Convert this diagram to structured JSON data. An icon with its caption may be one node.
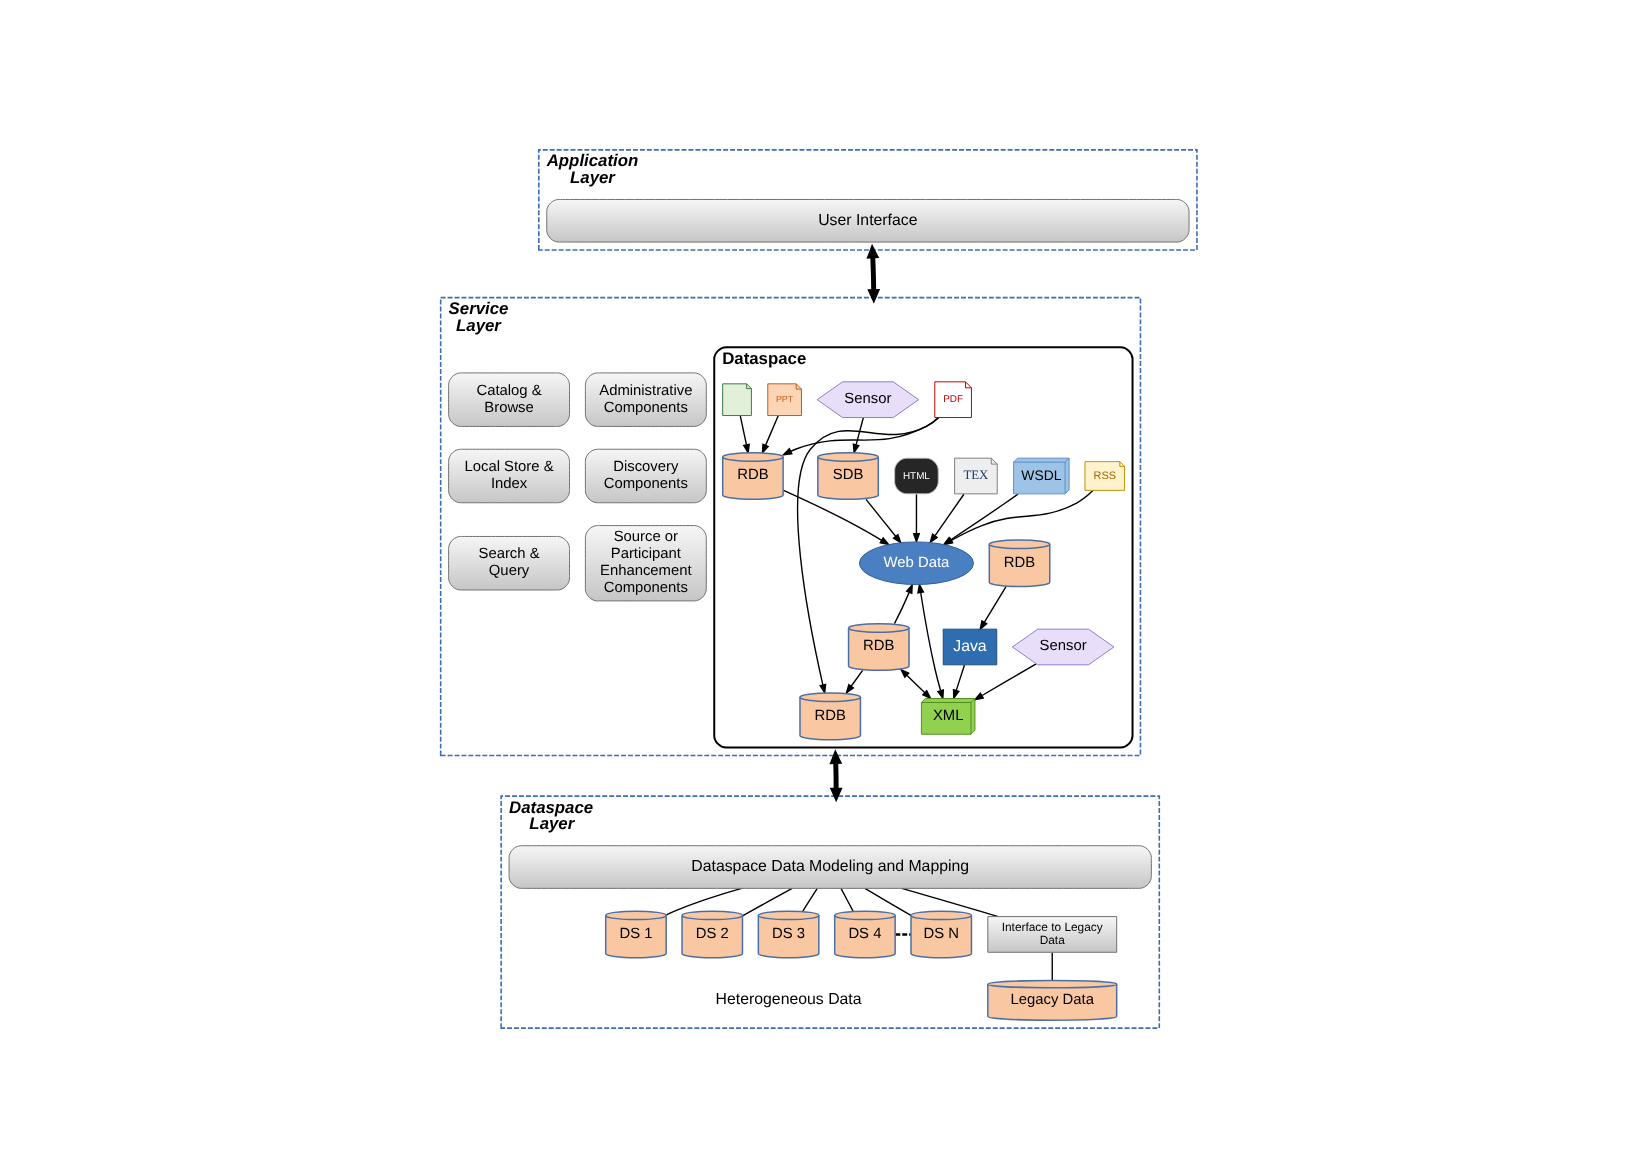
{
  "diagram": {
    "nodes": [
      {
        "text": [
          "Application Layer"
        ]
      },
      {
        "text": [
          "User Interface"
        ],
        "in": 0
      },
      {
        "text": [
          "Service Layer"
        ]
      },
      {
        "text": [
          "Catalog & Browse"
        ],
        "in": 2
      },
      {
        "text": [
          "Local Store & Index"
        ],
        "in": 2
      },
      {
        "text": [
          "Search & Query"
        ],
        "in": 2
      },
      {
        "text": [
          "Dataspace"
        ],
        "in": 2
      },
      {
        "text": [
          "HTML"
        ],
        "in": 6
      },
      {
        "text": [
          "SDB"
        ],
        "in": 6
      },
      {
        "text": [
          "Sensor"
        ],
        "in": 6
      },
      {
        "text": [],
        "shape": "picture",
        "in": 6
      },
      {
        "text": [
          "RDB"
        ],
        "in": 6
      },
      {
        "text": [
          "Web Data"
        ],
        "in": 6
      },
      {
        "text": [
          "PPT"
        ],
        "in": 6
      },
      {
        "text": [
          "TEX"
        ],
        "in": 6
      },
      {
        "text": [
          "PDF"
        ],
        "in": 6
      },
      {
        "text": [
          "WSDL"
        ],
        "in": 6
      },
      {
        "text": [
          "RSS"
        ],
        "in": 6
      },
      {
        "text": [
          "XML"
        ],
        "in": 6
      },
      {
        "text": [
          "RDB"
        ],
        "in": 6
      },
      {
        "text": [
          "RDB"
        ],
        "in": 6
      },
      {
        "text": [
          "RDB"
        ],
        "in": 6
      },
      {
        "text": [
          "Sensor"
        ],
        "in": 6
      },
      {
        "text": [
          "Java"
        ],
        "in": 6
      },
      {
        "text": [
          "Administrative Components"
        ],
        "in": 2
      },
      {
        "text": [
          "Discovery Components"
        ],
        "in": 2
      },
      {
        "text": [
          "Source or Participant Enhancement Components"
        ],
        "in": 2
      },
      {
        "text": [
          "Dataspace Layer"
        ]
      },
      {
        "text": [
          "Dataspace Data Modeling and Mapping"
        ],
        "in": 27
      },
      {
        "text": [
          "DS 1"
        ],
        "in": 27
      },
      {
        "text": [
          "DS 2"
        ],
        "in": 27
      },
      {
        "text": [
          "DS 3"
        ],
        "in": 27
      },
      {
        "text": [
          "DS 4"
        ],
        "in": 27
      },
      {
        "text": [
          "DS N"
        ],
        "in": 27
      },
      {
        "text": [
          "Interface to Legacy Data"
        ],
        "in": 27
      },
      {
        "text": [
          "Legacy Data"
        ],
        "in": 27
      }
    ],
    "edges": [
      {
        "from": 0,
        "to": 2,
        "arrow": "both",
        "style": "thick"
      },
      {
        "from": 2,
        "to": 27,
        "arrow": "both",
        "style": "thick"
      },
      {
        "from": 10,
        "to": 11,
        "arrow": "to"
      },
      {
        "from": 13,
        "to": 11,
        "arrow": "to"
      },
      {
        "from": 15,
        "to": 11,
        "arrow": "to"
      },
      {
        "from": 15,
        "to": 20,
        "arrow": "to"
      },
      {
        "from": 11,
        "to": 12,
        "arrow": "to"
      },
      {
        "from": 16,
        "to": 12,
        "arrow": "to"
      },
      {
        "from": 7,
        "to": 12,
        "arrow": "to"
      },
      {
        "from": 8,
        "to": 12,
        "arrow": "to"
      },
      {
        "from": 9,
        "to": 8,
        "arrow": "to"
      },
      {
        "from": 14,
        "to": 12,
        "arrow": "to"
      },
      {
        "from": 17,
        "to": 12,
        "arrow": "to"
      },
      {
        "from": 12,
        "to": 18,
        "arrow": "both"
      },
      {
        "from": 21,
        "to": 12,
        "arrow": "to"
      },
      {
        "from": 21,
        "to": 18,
        "arrow": "both"
      },
      {
        "from": 21,
        "to": 20,
        "arrow": "to"
      },
      {
        "from": 22,
        "to": 18,
        "arrow": "to"
      },
      {
        "from": 23,
        "to": 18,
        "arrow": "to"
      },
      {
        "from": 19,
        "to": 23,
        "arrow": "to"
      },
      {
        "from": 28,
        "to": 29,
        "arrow": "none"
      },
      {
        "from": 28,
        "to": 30,
        "arrow": "none"
      },
      {
        "from": 28,
        "to": 31,
        "arrow": "none"
      },
      {
        "from": 28,
        "to": 32,
        "arrow": "none"
      },
      {
        "from": 28,
        "to": 33,
        "arrow": "none"
      },
      {
        "from": 32,
        "to": 33,
        "arrow": "none",
        "style": "dashed"
      },
      {
        "from": 28,
        "to": 34,
        "arrow": "none"
      },
      {
        "from": 34,
        "to": 35,
        "arrow": "none"
      }
    ],
    "labels": [
      "Heterogeneous Data"
    ]
  }
}
